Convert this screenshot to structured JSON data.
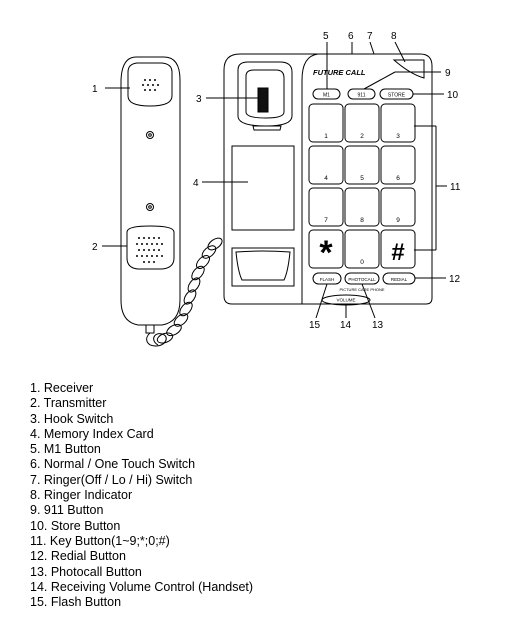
{
  "phone": {
    "brand": "FUTURE CALL",
    "buttons": {
      "m1": "M1",
      "nine11": "911",
      "store": "STORE",
      "flash": "FLASH",
      "photocall": "PHOTOCALL",
      "redial": "REDIAL"
    },
    "picture_care_label": "PICTURE CARE PHONE",
    "volume_label": "VOLUME",
    "keys": [
      "1",
      "2",
      "3",
      "4",
      "5",
      "6",
      "7",
      "8",
      "9",
      "*",
      "0",
      "#"
    ]
  },
  "callouts": [
    "1",
    "2",
    "3",
    "4",
    "5",
    "6",
    "7",
    "8",
    "9",
    "10",
    "11",
    "12",
    "13",
    "14",
    "15"
  ],
  "legend": [
    "1.  Receiver",
    "2.  Transmitter",
    "3.  Hook Switch",
    "4.  Memory Index Card",
    "5.  M1 Button",
    "6.  Normal / One Touch Switch",
    "7.  Ringer(Off / Lo / Hi) Switch",
    "8.  Ringer Indicator",
    "9.  911 Button",
    "10. Store Button",
    "11. Key Button(1~9;*;0;#)",
    "12. Redial Button",
    "13. Photocall Button",
    "14. Receiving Volume Control (Handset)",
    "15. Flash Button"
  ]
}
